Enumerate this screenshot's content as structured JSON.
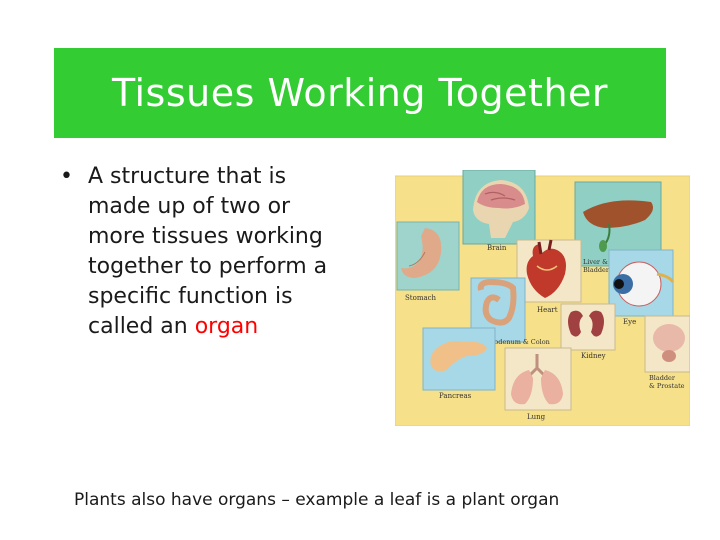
{
  "slide": {
    "title": "Tissues Working Together",
    "bullet": {
      "marker": "•",
      "text_before": "A structure that is made up of two or more tissues working together to perform a specific function is called an ",
      "highlight": "organ"
    },
    "footer": "Plants also have organs – example a leaf is a plant organ"
  },
  "figure": {
    "labels": {
      "brain": "Brain",
      "stomach": "Stomach",
      "liver": "Liver & Gall",
      "bladder_gb": "Bladder",
      "heart": "Heart",
      "eye": "Eye",
      "duodenum": "Duodenum & Colon",
      "kidney": "Kidney",
      "bladder": "Bladder",
      "prostate": "& Prostate",
      "pancreas": "Pancreas",
      "lung": "Lung"
    }
  },
  "colors": {
    "title_bar": "#33cc33",
    "highlight": "#ff0000",
    "figure_background": "#f6e08a"
  }
}
